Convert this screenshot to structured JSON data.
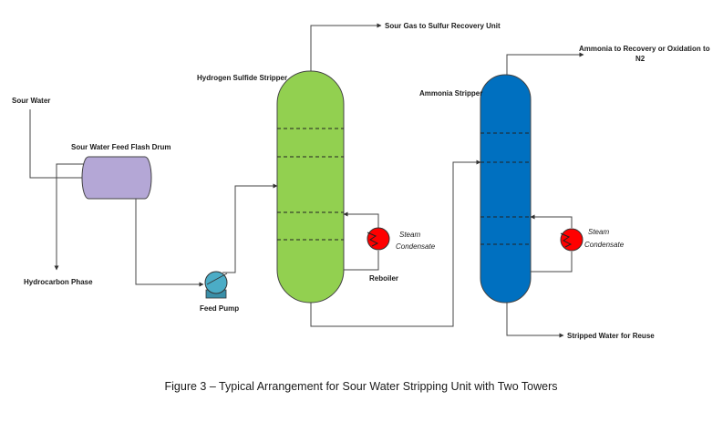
{
  "labels": {
    "sour_water": "Sour Water",
    "flash_drum": "Sour Water Feed Flash Drum",
    "hydrocarbon_phase": "Hydrocarbon Phase",
    "feed_pump": "Feed Pump",
    "h2s_stripper": "Hydrogen Sulfide Stripper",
    "sour_gas": "Sour Gas to Sulfur Recovery Unit",
    "reboiler": "Reboiler",
    "steam_1": "Steam",
    "condensate_1": "Condensate",
    "ammonia_stripper": "Ammonia Stripper",
    "ammonia_out_line1": "Ammonia to Recovery or Oxidation to",
    "ammonia_out_line2": "N2",
    "steam_2": "Steam",
    "condensate_2": "Condensate",
    "stripped_water": "Stripped Water for Reuse"
  },
  "caption": "Figure 3 – Typical Arrangement for Sour Water Stripping Unit with Two Towers",
  "colors": {
    "h2s_column": "#92d050",
    "ammonia_column": "#0070c0",
    "flash_drum": "#b4a7d6",
    "pump": "#4bacc6",
    "heat_exchanger": "#ff0000"
  }
}
